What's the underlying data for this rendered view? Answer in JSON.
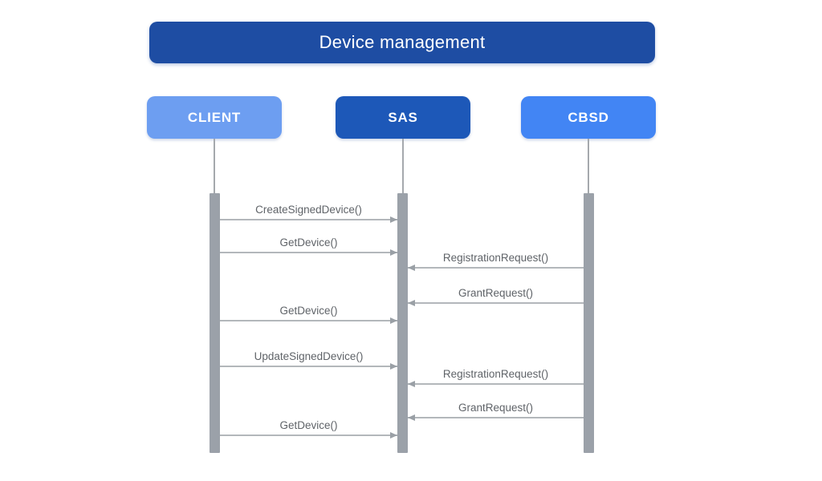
{
  "diagram": {
    "title": "Device management",
    "actors": [
      {
        "id": "client",
        "label": "CLIENT",
        "color": "#6d9ef1"
      },
      {
        "id": "sas",
        "label": "SAS",
        "color": "#1d58b8"
      },
      {
        "id": "cbsd",
        "label": "CBSD",
        "color": "#4285f4"
      }
    ],
    "messages": [
      {
        "label": "CreateSignedDevice()",
        "from": "CLIENT",
        "to": "SAS",
        "direction": "right"
      },
      {
        "label": "GetDevice()",
        "from": "CLIENT",
        "to": "SAS",
        "direction": "right"
      },
      {
        "label": "RegistrationRequest()",
        "from": "CBSD",
        "to": "SAS",
        "direction": "left"
      },
      {
        "label": "GrantRequest()",
        "from": "CBSD",
        "to": "SAS",
        "direction": "left"
      },
      {
        "label": "GetDevice()",
        "from": "CLIENT",
        "to": "SAS",
        "direction": "right"
      },
      {
        "label": "UpdateSignedDevice()",
        "from": "CLIENT",
        "to": "SAS",
        "direction": "right"
      },
      {
        "label": "RegistrationRequest()",
        "from": "CBSD",
        "to": "SAS",
        "direction": "left"
      },
      {
        "label": "GrantRequest()",
        "from": "CBSD",
        "to": "SAS",
        "direction": "left"
      },
      {
        "label": "GetDevice()",
        "from": "CLIENT",
        "to": "SAS",
        "direction": "right"
      }
    ],
    "colors": {
      "title_bg": "#1e4da3",
      "client_bg": "#6d9ef1",
      "sas_bg": "#1d58b8",
      "cbsd_bg": "#4285f4",
      "lifeline": "#a5a9ad",
      "activation_bar": "#9ba1a9",
      "arrow_line": "#b3b7bb",
      "arrow_head": "#9aa0a6",
      "message_text": "#5f6368",
      "title_text": "#ffffff",
      "actor_text": "#ffffff"
    }
  }
}
